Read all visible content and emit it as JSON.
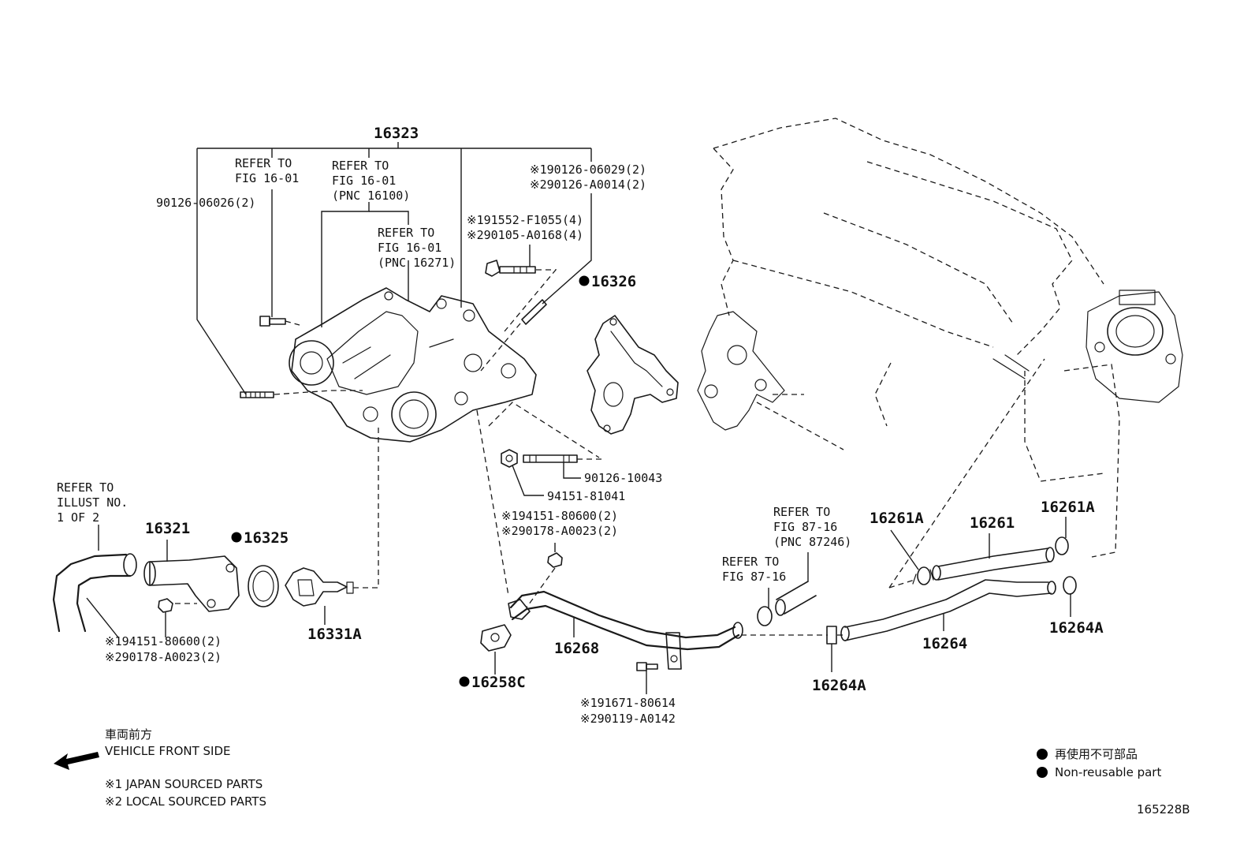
{
  "figure_id": "165228B",
  "legend": {
    "non_reusable_jp": "再使用不可部品",
    "non_reusable_en": "Non-reusable part"
  },
  "direction": {
    "jp": "車両前方",
    "en": "VEHICLE FRONT SIDE"
  },
  "source_notes": {
    "japan": "※1 JAPAN SOURCED PARTS",
    "local": "※2 LOCAL SOURCED PARTS"
  },
  "parts": {
    "p16323": "16323",
    "p16326": "16326",
    "p16325": "16325",
    "p16321": "16321",
    "p16331A": "16331A",
    "p16268": "16268",
    "p16258C": "16258C",
    "p16261A_left": "16261A",
    "p16261": "16261",
    "p16261A_right": "16261A",
    "p16264": "16264",
    "p16264A_bottom": "16264A",
    "p16264A_right": "16264A"
  },
  "fasteners": {
    "bolt_90126_06026": "90126-06026(2)",
    "j_190126_06029": "※190126-06029(2)",
    "l_290126_A0014": "※290126-A0014(2)",
    "j_191552_F1055": "※191552-F1055(4)",
    "l_290105_A0168": "※290105-A0168(4)",
    "stud_90126_10043": "90126-10043",
    "nut_94151_81041": "94151-81041",
    "mid_j_194151": "※194151-80600(2)",
    "mid_l_290178": "※290178-A0023(2)",
    "left_j_194151": "※194151-80600(2)",
    "left_l_290178": "※290178-A0023(2)",
    "j_191671_80614": "※191671-80614",
    "l_290119_A0142": "※290119-A0142"
  },
  "refs": {
    "ref1": {
      "l1": "REFER TO",
      "l2": "FIG 16-01"
    },
    "ref2": {
      "l1": "REFER TO",
      "l2": "FIG 16-01",
      "l3": "(PNC 16100)"
    },
    "ref3": {
      "l1": "REFER TO",
      "l2": "FIG 16-01",
      "l3": "(PNC 16271)"
    },
    "ref_illust": {
      "l1": "REFER TO",
      "l2": "ILLUST NO.",
      "l3": "1 OF 2"
    },
    "ref_87_a": {
      "l1": "REFER TO",
      "l2": "FIG 87-16",
      "l3": "(PNC 87246)"
    },
    "ref_87_b": {
      "l1": "REFER TO",
      "l2": "FIG 87-16"
    }
  }
}
